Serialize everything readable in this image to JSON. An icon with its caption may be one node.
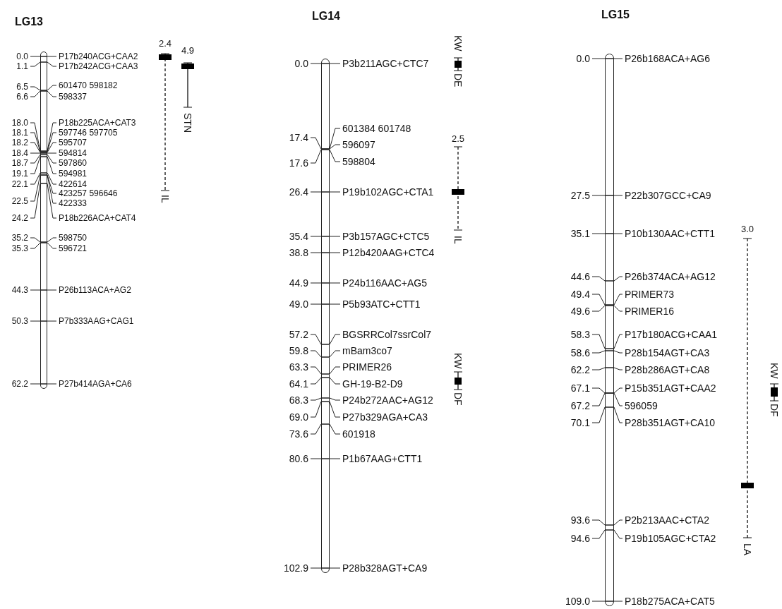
{
  "diagram": {
    "nodes": [
      {
        "text": [
          "LG13"
        ]
      },
      {
        "text": [
          "LG14"
        ]
      },
      {
        "text": [
          "LG15"
        ]
      }
    ],
    "labels": [
      "0.0",
      "P17b240ACG+CAA2",
      "1.1",
      "P17b242ACG+CAA3",
      "6.5",
      "601470 598182",
      "6.6",
      "598337",
      "18.0",
      "P18b225ACA+CAT3",
      "18.1",
      "597746 597705",
      "18.2",
      "595707",
      "18.4",
      "594814",
      "18.7",
      "597860",
      "19.1",
      "594981",
      "22.1",
      "422614",
      "423257 596646",
      "22.5",
      "422333",
      "24.2",
      "P18b226ACA+CAT4",
      "35.2",
      "598750",
      "35.3",
      "596721",
      "44.3",
      "P26b113ACA+AG2",
      "50.3",
      "P7b333AAG+CAG1",
      "62.2",
      "P27b414AGA+CA6",
      "2.4",
      "IL",
      "4.9",
      "STN",
      "0.0",
      "P3b211AGC+CTC7",
      "601384 601748",
      "17.4",
      "596097",
      "17.6",
      "598804",
      "26.4",
      "P19b102AGC+CTA1",
      "35.4",
      "P3b157AGC+CTC5",
      "38.8",
      "P12b420AAG+CTC4",
      "44.9",
      "P24b116AAC+AG5",
      "49.0",
      "P5b93ATC+CTT1",
      "57.2",
      "BGSRRCol7ssrCol7",
      "59.8",
      "mBam3co7",
      "63.3",
      "PRIMER26",
      "64.1",
      "GH-19-B2-D9",
      "68.3",
      "P24b272AAC+AG12",
      "69.0",
      "P27b329AGA+CA3",
      "73.6",
      "601918",
      "80.6",
      "P1b67AAG+CTT1",
      "102.9",
      "P28b328AGT+CA9",
      "KW",
      "DE",
      "2.5",
      "IL",
      "KW",
      "DF",
      "0.0",
      "P26b168ACA+AG6",
      "27.5",
      "P22b307GCC+CA9",
      "35.1",
      "P10b130AAC+CTT1",
      "44.6",
      "P26b374ACA+AG12",
      "49.4",
      "PRIMER73",
      "49.6",
      "PRIMER16",
      "58.3",
      "P17b180ACG+CAA1",
      "58.6",
      "P28b154AGT+CA3",
      "62.2",
      "P28b286AGT+CA8",
      "67.1",
      "P15b351AGT+CAA2",
      "67.2",
      "596059",
      "70.1",
      "P28b351AGT+CA10",
      "93.6",
      "P2b213AAC+CTA2",
      "94.6",
      "P19b105AGC+CTA2",
      "109.0",
      "P18b275ACA+CAT5",
      "3.0",
      "LA",
      "KW",
      "DF"
    ]
  }
}
